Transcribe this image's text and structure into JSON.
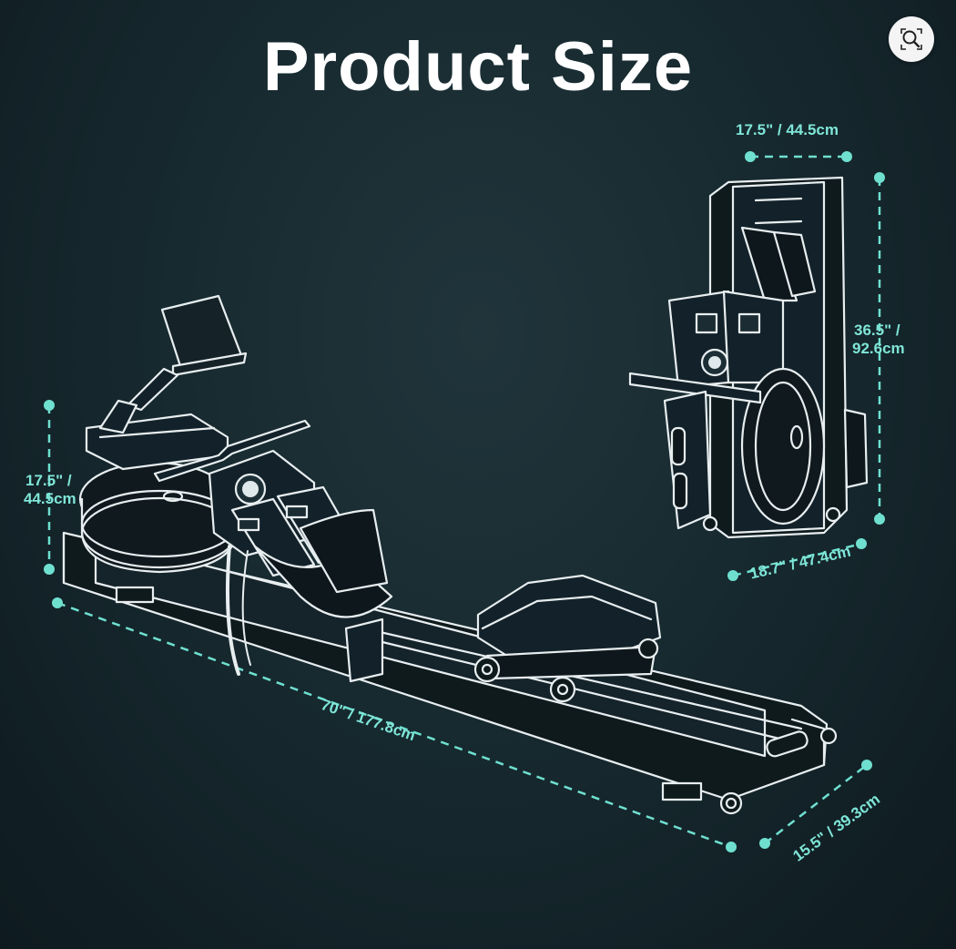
{
  "title": "Product Size",
  "icons": {
    "zoom": "zoom-search-icon"
  },
  "colors": {
    "accent": "#6fe0d0",
    "background": "#172a30",
    "linework": "#e8eef0"
  },
  "dimensions": {
    "folded_width": "17.5\" / 44.5cm",
    "folded_height_inch": "36.5\" /",
    "folded_height_cm": "92.6cm",
    "folded_depth": "18.7\" / 47.4cm",
    "height_inch": "17.5\" /",
    "height_cm": "44.5cm",
    "length": "70\" / 177.8cm",
    "width": "15.5\" / 39.3cm"
  }
}
